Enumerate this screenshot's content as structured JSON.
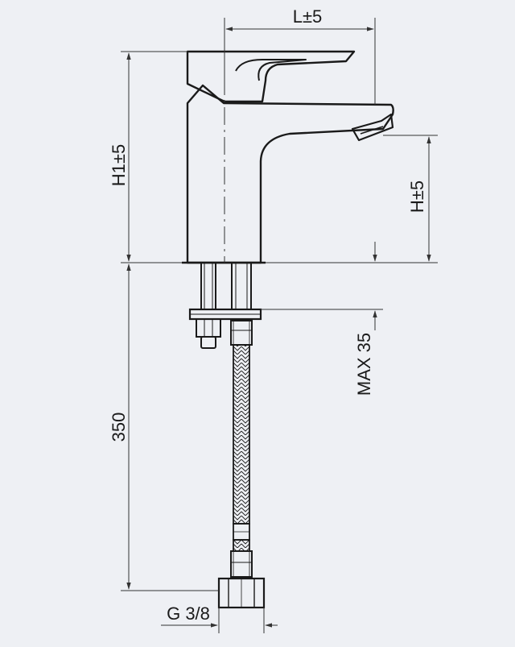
{
  "colors": {
    "background": "#eef0f4",
    "line": "#1a1a1a",
    "dimension": "#333333"
  },
  "dimensions": {
    "width_label": "L±5",
    "total_height_label": "H1±5",
    "spout_height_label": "H±5",
    "hose_length_label": "350",
    "max_thickness_label": "MAX 35",
    "thread_label": "G 3/8"
  }
}
